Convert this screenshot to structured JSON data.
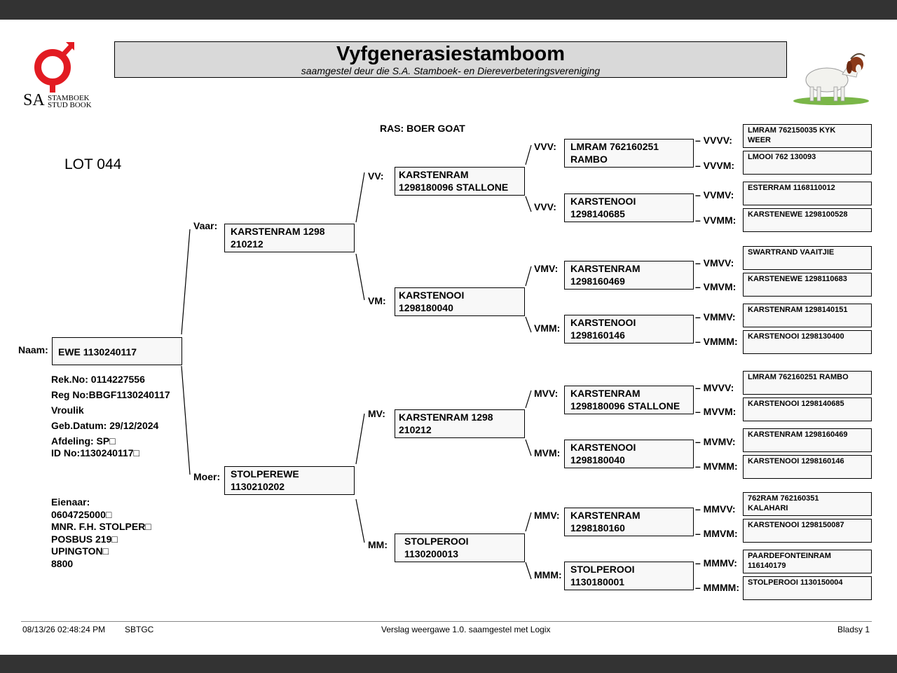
{
  "header": {
    "title": "Vyfgenerasiestamboom",
    "subtitle": "saamgestel deur die S.A. Stamboek- en Diereverbeteringsvereniging",
    "logo_text_sa": "SA",
    "logo_text_line1": "STAMBOEK",
    "logo_text_line2": "STUD BOOK",
    "logo_color": "#e21b22"
  },
  "lot": "LOT 044",
  "ras": "RAS: BOER GOAT",
  "animal": {
    "name_label": "Naam:",
    "name": "EWE 1130240117",
    "details": [
      "Rek.No: 0114227556",
      "Reg No:BBGF1130240117",
      "Vroulik",
      "Geb.Datum: 29/12/2024",
      "Afdeling: SP□",
      "ID No:1130240117□"
    ],
    "owner": [
      "Eienaar:",
      "0604725000□",
      "MNR. F.H. STOLPER□",
      "POSBUS 219□",
      "UPINGTON□",
      "8800"
    ]
  },
  "gen1": {
    "sire": {
      "label": "Vaar:",
      "name": "KARSTENRAM 1298\n210212"
    },
    "dam": {
      "label": "Moer:",
      "name": "STOLPEREWE\n1130210202"
    }
  },
  "gen2": [
    {
      "label": "VV:",
      "name": "KARSTENRAM\n1298180096 STALLONE"
    },
    {
      "label": "VM:",
      "name": "KARSTENOOI\n1298180040"
    },
    {
      "label": "MV:",
      "name": "KARSTENRAM 1298\n210212"
    },
    {
      "label": "MM:",
      "name": "STOLPEROOI\n1130200013"
    }
  ],
  "gen3": [
    {
      "label": "VVV:",
      "name": "LMRAM 762160251\nRAMBO"
    },
    {
      "label": "VVV:",
      "name": "KARSTENOOI\n1298140685"
    },
    {
      "label": "VMV:",
      "name": "KARSTENRAM\n1298160469"
    },
    {
      "label": "VMM:",
      "name": "KARSTENOOI\n1298160146"
    },
    {
      "label": "MVV:",
      "name": "KARSTENRAM\n1298180096 STALLONE"
    },
    {
      "label": "MVM:",
      "name": "KARSTENOOI\n1298180040"
    },
    {
      "label": "MMV:",
      "name": "KARSTENRAM\n1298180160"
    },
    {
      "label": "MMM:",
      "name": "STOLPEROOI\n1130180001"
    }
  ],
  "gen4": [
    {
      "label": "– VVVV:",
      "name": "LMRAM 762150035 KYK\nWEER"
    },
    {
      "label": "– VVVM:",
      "name": "LMOOI 762 130093"
    },
    {
      "label": "– VVMV:",
      "name": "ESTERRAM 1168110012"
    },
    {
      "label": "– VVMM:",
      "name": "KARSTENEWE 1298100528"
    },
    {
      "label": "– VMVV:",
      "name": "SWARTRAND VAAITJIE"
    },
    {
      "label": "– VMVM:",
      "name": "KARSTENEWE 1298110683"
    },
    {
      "label": "– VMMV:",
      "name": "KARSTENRAM 1298140151"
    },
    {
      "label": "– VMMM:",
      "name": "KARSTENOOI 1298130400"
    },
    {
      "label": "– MVVV:",
      "name": "LMRAM 762160251 RAMBO"
    },
    {
      "label": "– MVVM:",
      "name": "KARSTENOOI 1298140685"
    },
    {
      "label": "– MVMV:",
      "name": "KARSTENRAM 1298160469"
    },
    {
      "label": "– MVMM:",
      "name": "KARSTENOOI 1298160146"
    },
    {
      "label": "– MMVV:",
      "name": "762RAM 762160351\nKALAHARI"
    },
    {
      "label": "– MMVM:",
      "name": "KARSTENOOI 1298150087"
    },
    {
      "label": "– MMMV:",
      "name": "PAARDEFONTEINRAM\n116140179"
    },
    {
      "label": "– MMMM:",
      "name": "STOLPEROOI 1130150004"
    }
  ],
  "footer": {
    "datetime": "08/13/26 02:48:24 PM",
    "code": "SBTGC",
    "report": "Verslag weergawe 1.0. saamgestel met Logix",
    "page": "Bladsy 1"
  }
}
